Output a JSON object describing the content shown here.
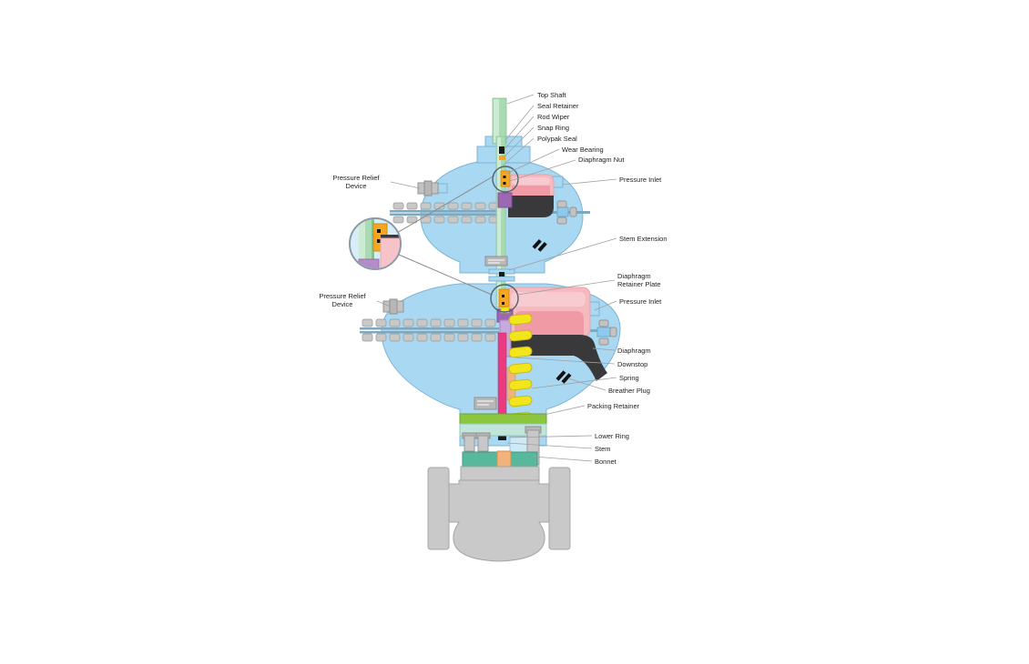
{
  "diagram": {
    "title": "Control valve with tandem diaphragm actuators - cutaway parts diagram",
    "colors": {
      "actuator_blue": "#a9d8f2",
      "diaphragm_pink": "#f4bac0",
      "diaphragm_salmon": "#ef9aa4",
      "diaphragm_dark": "#39393b",
      "spring_yellow": "#f3e51c",
      "stem_magenta": "#ea3a80",
      "shaft_green": "#a9dab2",
      "downstop_purple": "#9c68b4",
      "downstop_lavender": "#c7aadd",
      "nut_orange": "#f5a623",
      "packing_lime": "#8cc63f",
      "bonnet_teal": "#58b89b",
      "valve_gray": "#c9c9c9",
      "leader_line": "#a0a0a0"
    },
    "labels": {
      "top_shaft": "Top Shaft",
      "seal_retainer": "Seal Retainer",
      "rod_wiper": "Rod Wiper",
      "snap_ring": "Snap Ring",
      "polypak_seal": "Polypak Seal",
      "wear_bearing": "Wear Bearing",
      "diaphragm_nut": "Diaphragm Nut",
      "pressure_inlet_upper": "Pressure Inlet",
      "stem_extension": "Stem Extension",
      "diaphragm_retainer_plate": "Diaphragm\nRetainer Plate",
      "pressure_inlet_lower": "Pressure Inlet",
      "diaphragm": "Diaphragm",
      "downstop": "Downstop",
      "spring": "Spring",
      "breather_plug": "Breather Plug",
      "packing_retainer": "Packing Retainer",
      "lower_ring": "Lower Ring",
      "stem": "Stem",
      "bonnet": "Bonnet",
      "pressure_relief_device_upper": "Pressure Relief\nDevice",
      "pressure_relief_device_lower": "Pressure Relief\nDevice"
    }
  }
}
